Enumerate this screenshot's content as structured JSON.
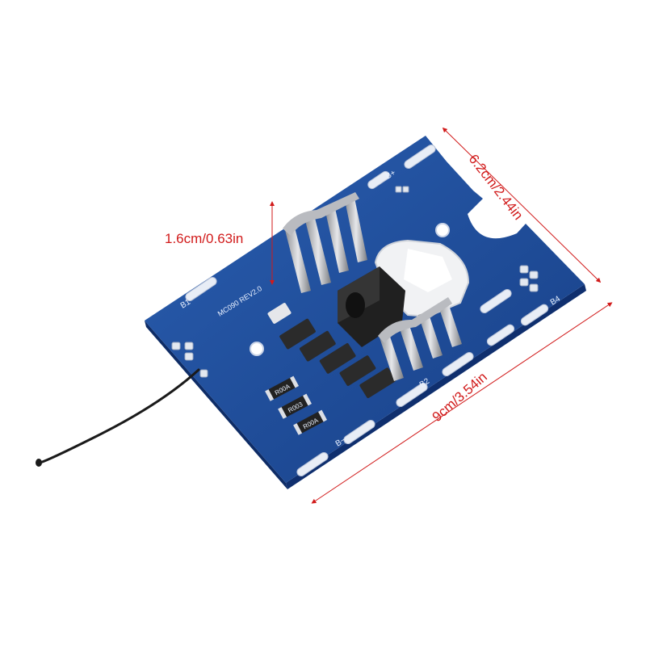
{
  "dimensions": {
    "height": "1.6cm/0.63in",
    "width": "9cm/3.54in",
    "depth": "6.2cm/2.44in"
  },
  "board": {
    "model": "MC090 REV2.0",
    "pads": {
      "b_plus": "B+",
      "b_minus": "B−",
      "b1": "B1",
      "b2": "B2",
      "b4": "B4"
    },
    "resistors": [
      "R00A",
      "R003",
      "R00A"
    ],
    "pcb_color": "#1f4e9c",
    "annotation_color": "#d11a1a"
  }
}
